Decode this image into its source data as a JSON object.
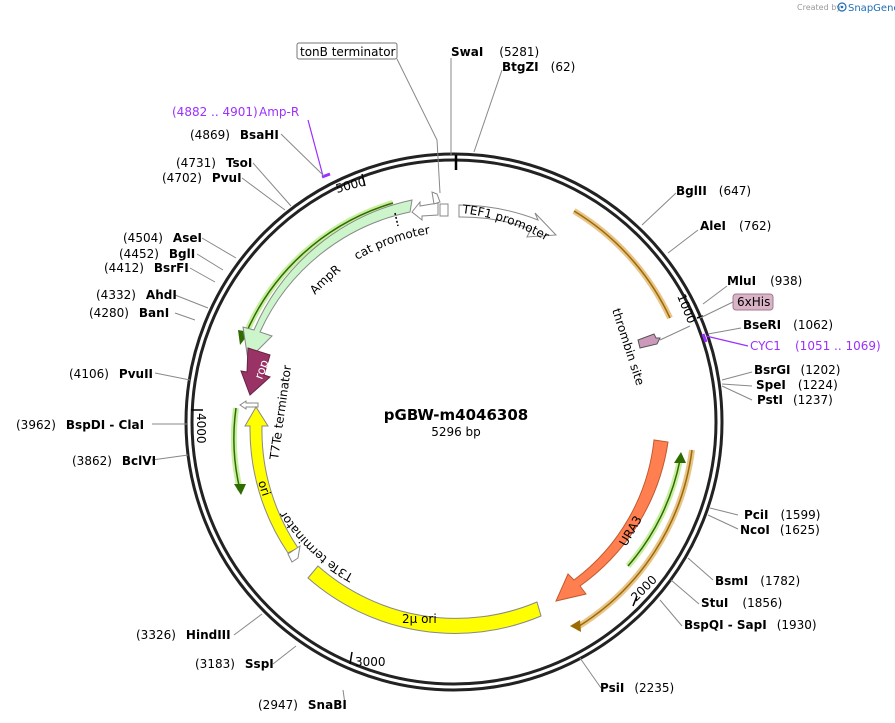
{
  "plasmid": {
    "name": "pGBW-m4046308",
    "size": "5296 bp"
  },
  "credit": {
    "created_by": "Created by",
    "brand": "SnapGene"
  },
  "ticks": [
    "1000",
    "2000",
    "3000",
    "4000",
    "5000"
  ],
  "features": [
    {
      "id": "tef1",
      "label": "TEF1 promoter",
      "color": "#ffffff",
      "stroke": "#888888",
      "direction": "forward"
    },
    {
      "id": "ampr",
      "label": "AmpR",
      "color": "#ccf5cc",
      "stroke": "#888888",
      "direction": "reverse"
    },
    {
      "id": "catp",
      "label": "cat promoter",
      "color": "#ffffff",
      "stroke": "#888888",
      "direction": "reverse"
    },
    {
      "id": "rop",
      "label": "rop",
      "color": "#993366",
      "stroke": "#662244",
      "direction": "reverse"
    },
    {
      "id": "t7te",
      "label": "T7Te terminator",
      "color": "#ffffff",
      "stroke": "#888888",
      "direction": "reverse"
    },
    {
      "id": "ori",
      "label": "ori",
      "color": "#ffff00",
      "stroke": "#888888",
      "direction": "reverse"
    },
    {
      "id": "t3te",
      "label": "T3Te terminator",
      "color": "#ffffff",
      "stroke": "#888888",
      "direction": "reverse"
    },
    {
      "id": "twomu",
      "label": "2μ ori",
      "color": "#ffff00",
      "stroke": "#888888",
      "direction": "none"
    },
    {
      "id": "ura3",
      "label": "URA3",
      "color": "#ff7f50",
      "stroke": "#c05a30",
      "direction": "reverse"
    },
    {
      "id": "thrombin",
      "label": "thrombin site",
      "color": "#cc99bb",
      "stroke": "#555555",
      "direction": "forward"
    },
    {
      "id": "tonb",
      "label": "tonB terminator",
      "color": "#ffffff",
      "stroke": "#888888",
      "direction": "reverse"
    }
  ],
  "boxed_features": [
    {
      "id": "sixhis",
      "label": "6xHis",
      "color": "#d9b3c6"
    }
  ],
  "primers": [
    {
      "id": "ampr-primer",
      "label": "Amp-R",
      "range": "(4882 .. 4901)"
    },
    {
      "id": "cyc1-primer",
      "label": "CYC1",
      "range": "(1051 .. 1069)"
    }
  ],
  "enzymes": [
    {
      "name": "SwaI",
      "pos": "(5281)"
    },
    {
      "name": "BtgZI",
      "pos": "(62)"
    },
    {
      "name": "BglII",
      "pos": "(647)"
    },
    {
      "name": "AleI",
      "pos": "(762)"
    },
    {
      "name": "MluI",
      "pos": "(938)"
    },
    {
      "name": "BseRI",
      "pos": "(1062)"
    },
    {
      "name": "BsrGI",
      "pos": "(1202)"
    },
    {
      "name": "SpeI",
      "pos": "(1224)"
    },
    {
      "name": "PstI",
      "pos": "(1237)"
    },
    {
      "name": "PciI",
      "pos": "(1599)"
    },
    {
      "name": "NcoI",
      "pos": "(1625)"
    },
    {
      "name": "BsmI",
      "pos": "(1782)"
    },
    {
      "name": "StuI",
      "pos": "(1856)"
    },
    {
      "name": "BspQI  -  SapI",
      "pos": "(1930)"
    },
    {
      "name": "PsiI",
      "pos": "(2235)"
    },
    {
      "name": "SnaBI",
      "pos": "(2947)"
    },
    {
      "name": "SspI",
      "pos": "(3183)"
    },
    {
      "name": "HindIII",
      "pos": "(3326)"
    },
    {
      "name": "BclVI",
      "pos": "(3862)"
    },
    {
      "name": "BspDI  -  ClaI",
      "pos": "(3962)"
    },
    {
      "name": "PvuII",
      "pos": "(4106)"
    },
    {
      "name": "BanI",
      "pos": "(4280)"
    },
    {
      "name": "AhdI",
      "pos": "(4332)"
    },
    {
      "name": "BsrFI",
      "pos": "(4412)"
    },
    {
      "name": "BglI",
      "pos": "(4452)"
    },
    {
      "name": "AseI",
      "pos": "(4504)"
    },
    {
      "name": "PvuI",
      "pos": "(4702)"
    },
    {
      "name": "TsoI",
      "pos": "(4731)"
    },
    {
      "name": "BsaHI",
      "pos": "(4869)"
    }
  ]
}
